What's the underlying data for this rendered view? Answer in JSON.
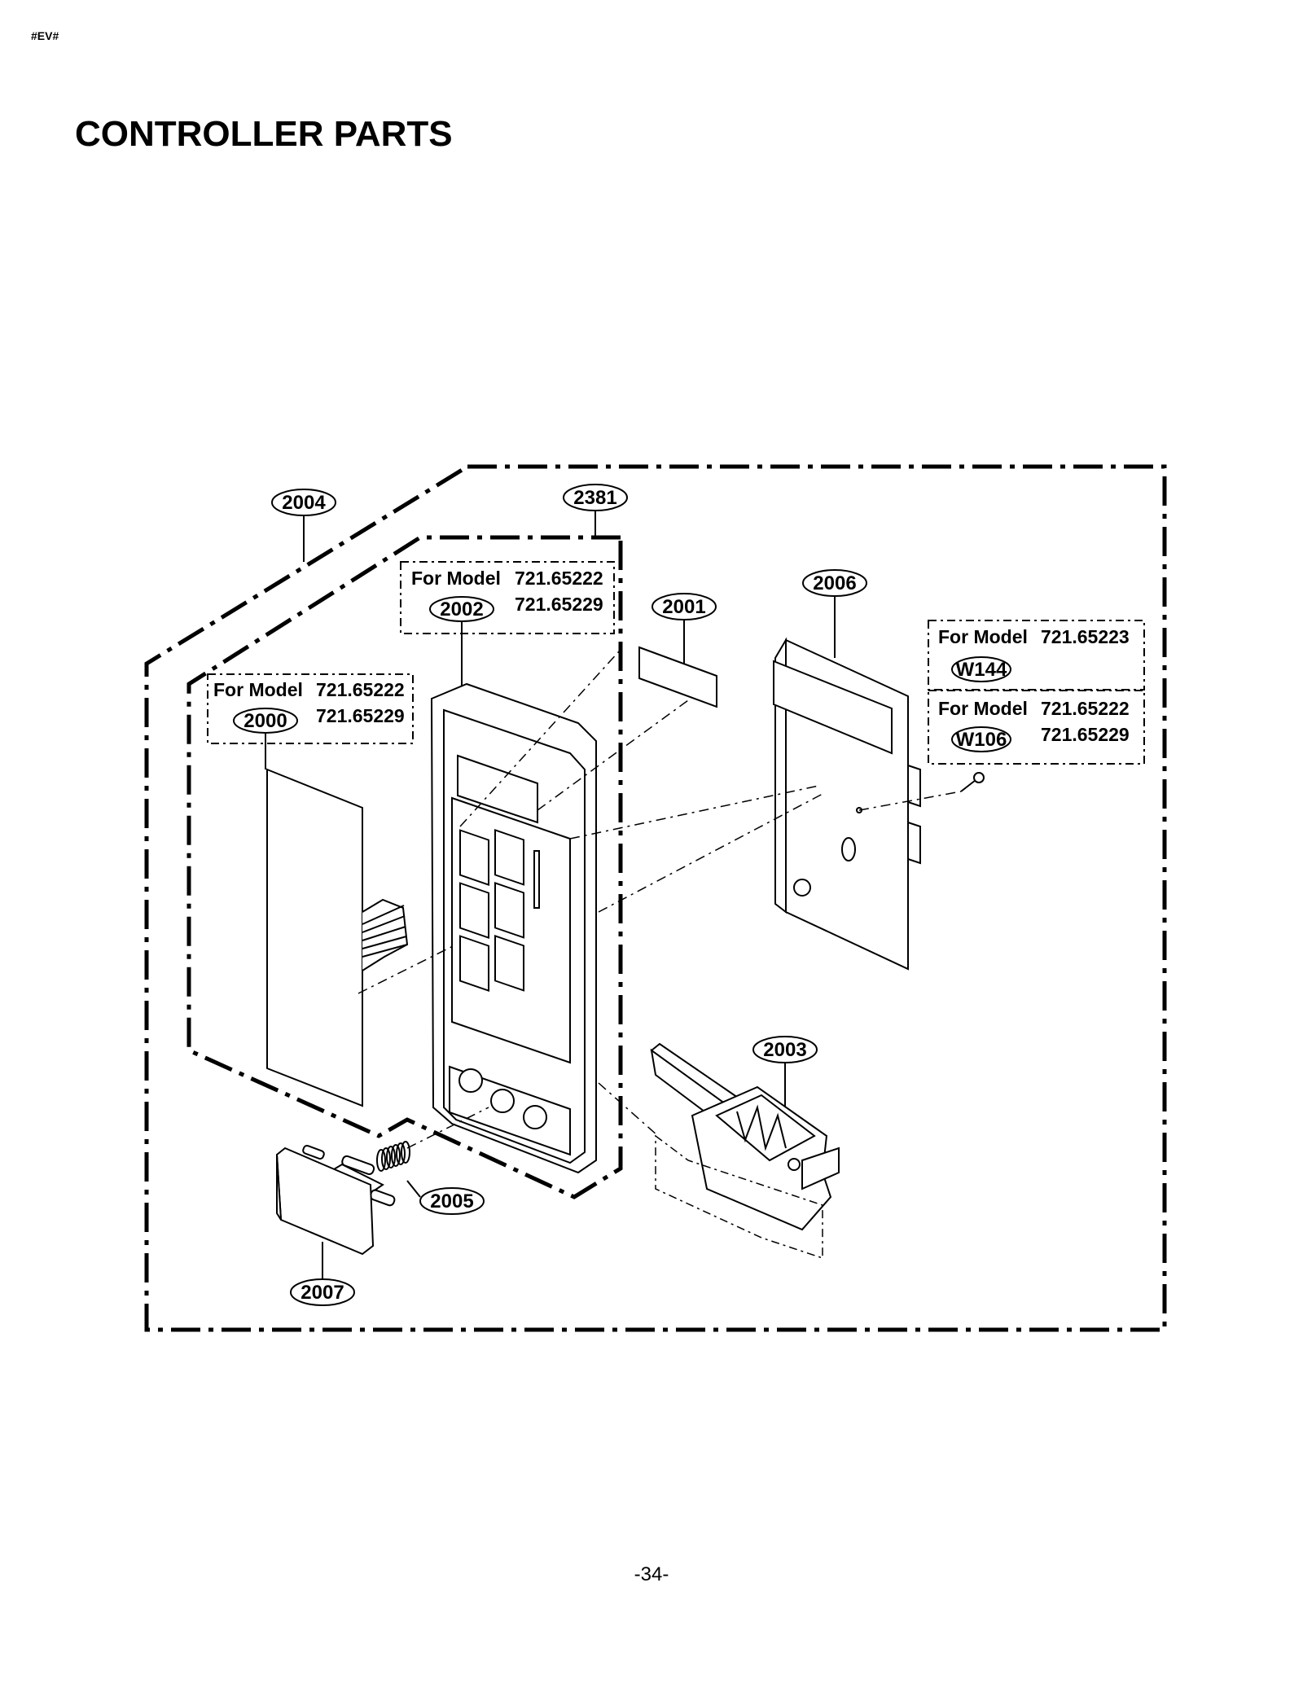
{
  "header_tag": "#EV#",
  "title": "CONTROLLER PARTS",
  "page_number": "-34-",
  "model_notes": {
    "note_2002": {
      "prefix": "For Model",
      "model_a": "721.65222",
      "model_b": "721.65229",
      "part": "2002"
    },
    "note_2000": {
      "prefix": "For Model",
      "model_a": "721.65222",
      "model_b": "721.65229",
      "part": "2000"
    },
    "note_w144": {
      "prefix": "For Model",
      "model_a": "721.65223",
      "part": "W144"
    },
    "note_w106": {
      "prefix": "For Model",
      "model_a": "721.65222",
      "model_b": "721.65229",
      "part": "W106"
    }
  },
  "callouts": {
    "c2004": "2004",
    "c2381": "2381",
    "c2001": "2001",
    "c2006": "2006",
    "c2003": "2003",
    "c2005": "2005",
    "c2007": "2007"
  }
}
